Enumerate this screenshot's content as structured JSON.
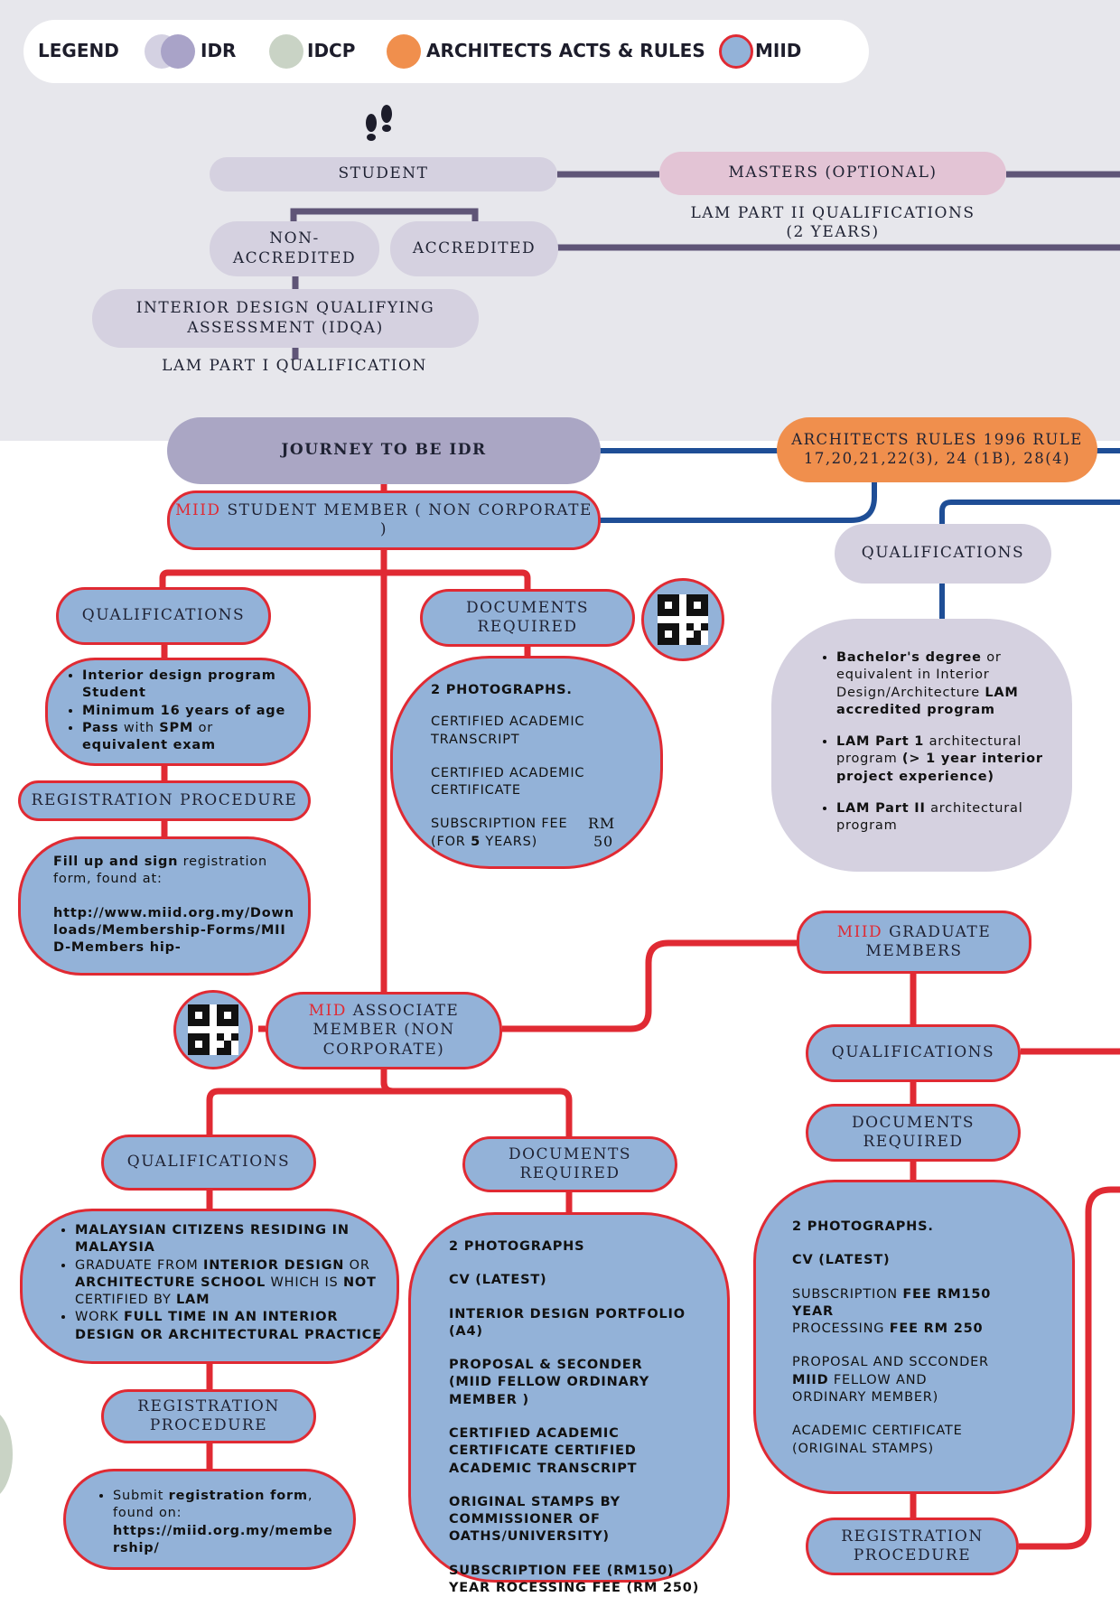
{
  "legend": {
    "title": "LEGEND",
    "items": [
      {
        "label": "IDR",
        "color": "#b9b4d1"
      },
      {
        "label": "IDCP",
        "color": "#c9d3c5"
      },
      {
        "label": "ARCHITECTS ACTS &  RULES",
        "color": "#f08f4d"
      },
      {
        "label": "MIID",
        "color": "#93b2d8"
      }
    ]
  },
  "top": {
    "student": "STUDENT",
    "masters": "MASTERS (OPTIONAL)",
    "lam_part2": [
      "LAM PART II QUALIFICATIONS",
      "(2 YEARS)"
    ],
    "non_accredited": [
      "NON-",
      "ACCREDITED"
    ],
    "accredited": "ACCREDITED",
    "idqa": [
      "INTERIOR DESIGN QUALIFYING",
      "ASSESSMENT (IDQA)"
    ],
    "lam_part1": "LAM PART I QUALIFICATION"
  },
  "journey": {
    "title": "JOURNEY TO BE IDR",
    "architects_rules": [
      "ARCHITECTS RULES 1996 RULE",
      "17,20,21,22(3), 24 (1B), 28(4)"
    ],
    "student_member": {
      "prefix": "MIID",
      "text": " STUDENT MEMBER ( NON CORPORATE )"
    }
  },
  "student_section": {
    "qualifications": "QUALIFICATIONS",
    "qual_items": [
      {
        "bold": "Interior design program Student",
        "rest": ""
      },
      {
        "bold": "Minimum 16 years of age",
        "rest": ""
      },
      {
        "bold": "Pass",
        "rest": " with ",
        "bold2": "SPM",
        "rest2": " or ",
        "bold3": "equivalent exam"
      }
    ],
    "documents": [
      "DOCUMENTS",
      "REQUIRED"
    ],
    "docs": {
      "photos": "2 PHOTOGRAPHS.",
      "transcript": [
        "CERTIFIED ACADEMIC",
        "TRANSCRIPT"
      ],
      "certificate": [
        "CERTIFIED ACADEMIC",
        "CERTIFICATE"
      ],
      "fee_label_a": "SUBSCRIPTION FEE",
      "fee_label_b_pre": "(FOR ",
      "fee_label_b_bold": "5",
      "fee_label_b_post": " YEARS)",
      "fee_rm": "RM",
      "fee_amount": "50"
    },
    "registration": "REGISTRATION PROCEDURE",
    "reg_bold": "Fill up and sign",
    "reg_rest": " registration form, found at:",
    "reg_url": "http://www.miid.org.my/Downloads/Membership-Forms/MIID-Members hip-"
  },
  "right_top": {
    "qualifications": "QUALIFICATIONS",
    "items": [
      {
        "bold": "Bachelor's degree",
        "rest": " or equivalent in Interior Design/Architecture ",
        "bold2": "LAM accredited program"
      },
      {
        "bold": "LAM Part 1",
        "rest": " architectural program ",
        "bold2": "(> 1 year interior project experience)"
      },
      {
        "bold": "LAM Part II",
        "rest": " architectural program",
        "bold2": ""
      }
    ]
  },
  "graduate": {
    "title_prefix": "MIID",
    "title_rest": " GRADUATE",
    "title_line2": "MEMBERS",
    "qualifications": "QUALIFICATIONS",
    "documents": [
      "DOCUMENTS",
      "REQUIRED"
    ],
    "docs": {
      "photos": "2 PHOTOGRAPHS.",
      "cv": "CV  (LATEST)",
      "sub_a": "SUBSCRIPTION ",
      "sub_b": "FEE RM150",
      "sub_c": "YEAR",
      "proc_a": "PROCESSING  ",
      "proc_b": "FEE RM 250",
      "proposal_a": "PROPOSAL AND SCCONDER",
      "proposal_b_bold": "MIID",
      "proposal_b_rest": " FELLOW AND",
      "proposal_c": "ORDINARY MEMBER)",
      "academic_a": "ACADEMIC CERTIFICATE",
      "academic_b": "(ORIGINAL STAMPS)"
    },
    "registration": [
      "REGISTRATION",
      "PROCEDURE"
    ]
  },
  "associate": {
    "title_prefix": "MID",
    "title_rest": " ASSOCIATE",
    "title_line2": "MEMBER (NON",
    "title_line3": "CORPORATE)",
    "qualifications": "QUALIFICATIONS",
    "documents": [
      "DOCUMENTS",
      "REQUIRED"
    ],
    "qual_items": [
      {
        "a": "MALAYSIAN CITIZENS RESIDING IN MALAYSIA"
      },
      {
        "a": "GRADUATE FROM ",
        "b": "INTERIOR DESIGN",
        "c": " OR ",
        "d": "ARCHITECTURE SCHOOL",
        "e": " WHICH IS ",
        "f": "NOT",
        "g": " CERTIFIED BY ",
        "h": "LAM"
      },
      {
        "a": "WORK ",
        "b": "FULL TIME IN AN INTERIOR DESIGN OR ARCHITECTURAL PRACTICE"
      }
    ],
    "docs": [
      "2 PHOTOGRAPHS",
      "CV (LATEST)",
      "INTERIOR DESIGN PORTFOLIO (A4)",
      "PROPOSAL & SECONDER (MIID FELLOW ORDINARY MEMBER )",
      "CERTIFIED ACADEMIC CERTIFICATE CERTIFIED ACADEMIC TRANSCRIPT",
      "ORIGINAL STAMPS BY COMMISSIONER OF OATHS/UNIVERSITY)",
      "SUBSCRIPTION FEE (RM150) YEAR ROCESSING FEE (RM 250)"
    ],
    "registration": [
      "REGISTRATION",
      "PROCEDURE"
    ],
    "reg_a": "Submit ",
    "reg_b": "registration form",
    "reg_c": ", found on:",
    "reg_url": "https://miid.org.my/membership/"
  },
  "colors": {
    "red": "#e02a33",
    "blue_line": "#1f4e96",
    "purple_line": "#5f5577",
    "node_blue": "#93b2d8",
    "orange": "#f08f4d"
  }
}
